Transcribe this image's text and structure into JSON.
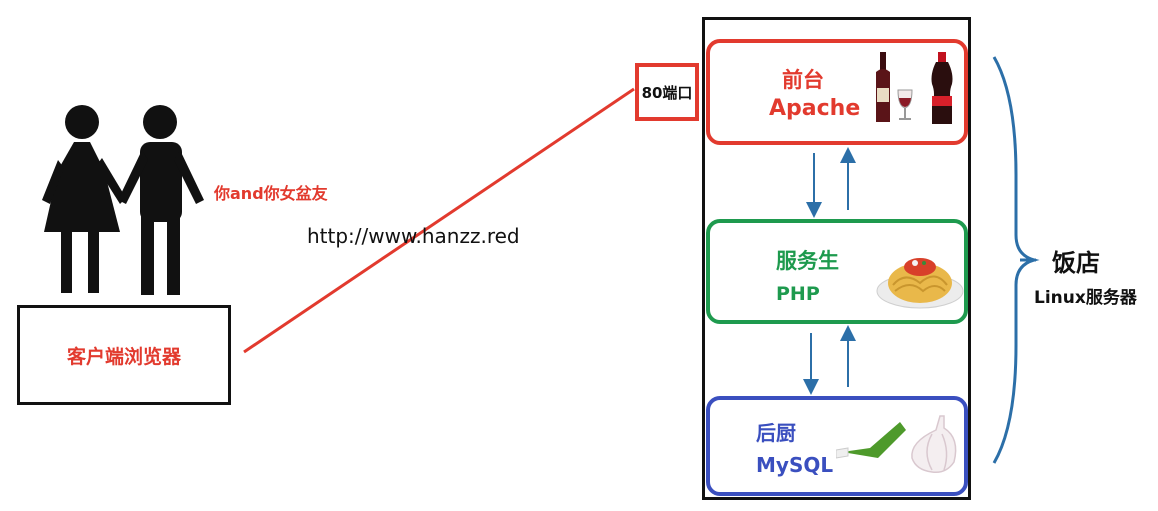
{
  "client": {
    "couple_label": "你and你女盆友",
    "browser_label": "客户端浏览器"
  },
  "connection": {
    "url": "http://www.hanzz.red",
    "port_label": "80端口"
  },
  "server": {
    "tiers": [
      {
        "name_cn": "前台",
        "name_en": "Apache",
        "color": "#e23a2e"
      },
      {
        "name_cn": "服务生",
        "name_en": "PHP",
        "color": "#1e9a4e"
      },
      {
        "name_cn": "后厨",
        "name_en": "MySQL",
        "color": "#3a4fbf"
      }
    ],
    "brace_label_cn": "饭店",
    "brace_label_en": "Linux服务器"
  },
  "icons": {
    "people": "couple-icon",
    "apache": "wine-cola-icon",
    "php": "spaghetti-icon",
    "mysql": "vegetables-icon"
  },
  "colors": {
    "client_red": "#e23a2e",
    "arrow_blue": "#2c6fa8"
  }
}
